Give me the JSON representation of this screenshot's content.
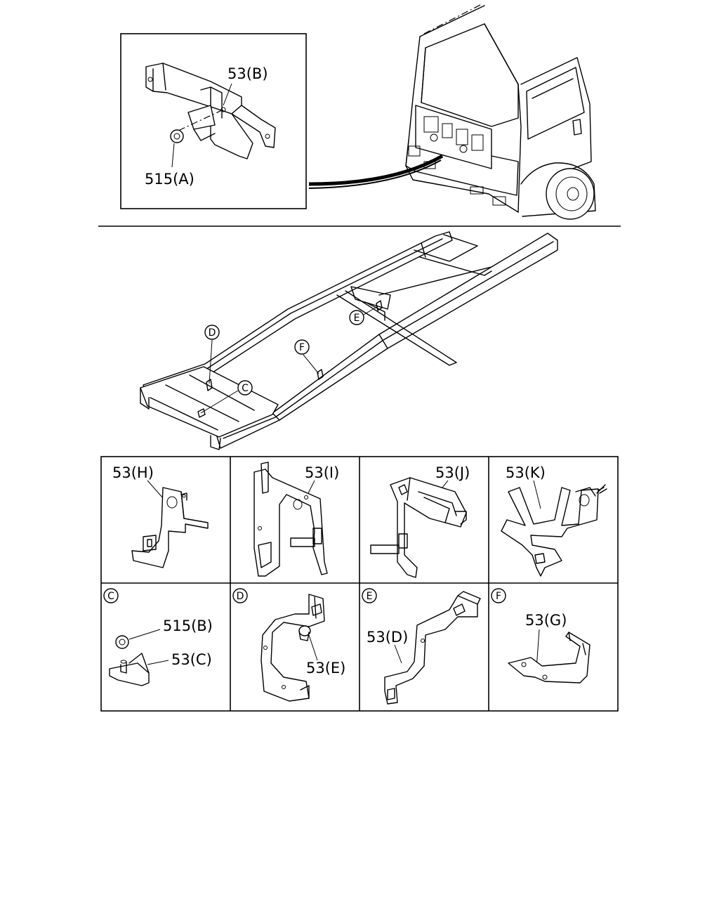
{
  "labels": {
    "inset_b": "53(B)",
    "inset_a": "515(A)",
    "h": "53(H)",
    "i": "53(I)",
    "j": "53(J)",
    "k": "53(K)",
    "c_nut": "515(B)",
    "c_part": "53(C)",
    "d_part": "53(E)",
    "e_part": "53(D)",
    "f_part": "53(G)"
  },
  "callouts": {
    "C": "C",
    "D": "D",
    "E": "E",
    "F": "F"
  }
}
